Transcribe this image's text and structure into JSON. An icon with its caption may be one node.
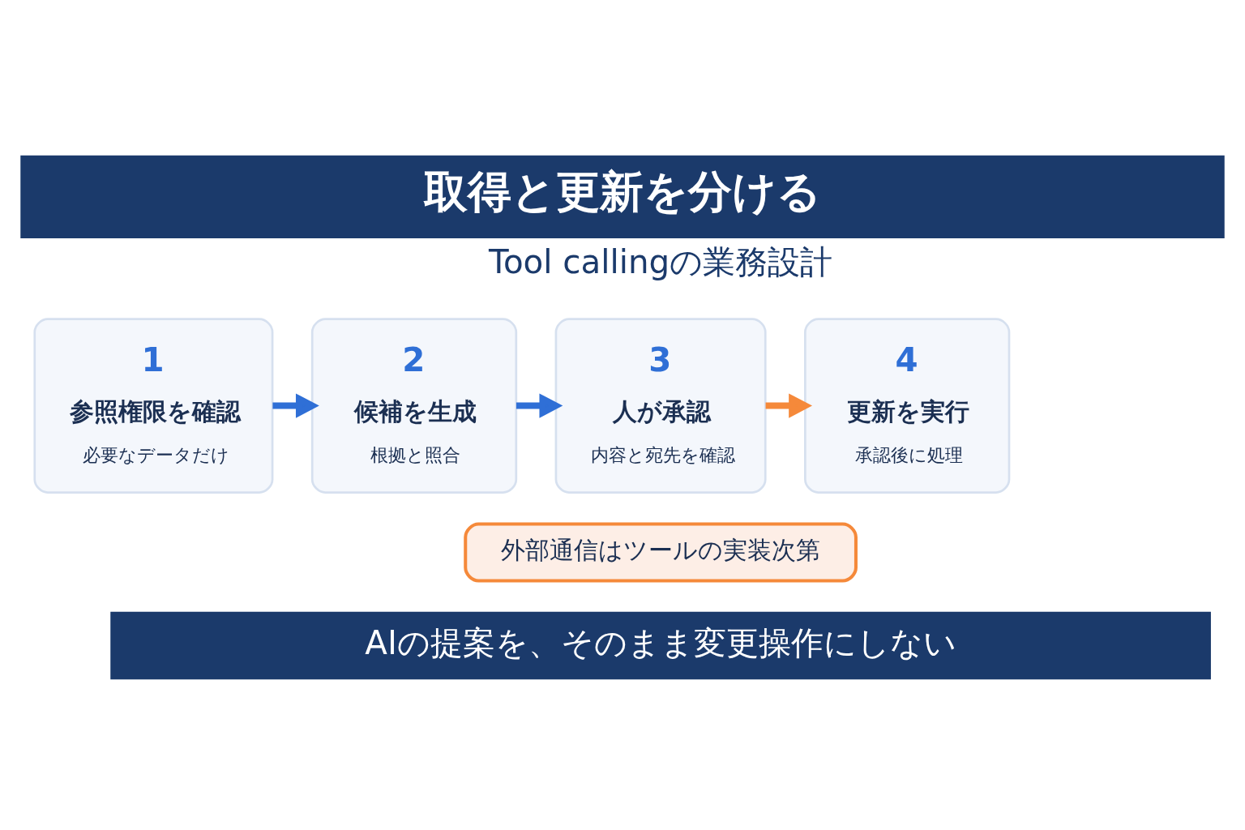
{
  "diagram": {
    "title": "取得と更新を分ける",
    "nodes": [
      {
        "text": [
          "1",
          "参照権限を確認",
          "必要なデータだけ"
        ]
      },
      {
        "text": [
          "2",
          "候補を生成",
          "根拠と照合"
        ]
      },
      {
        "text": [
          "3",
          "人が承認",
          "内容と宛先を確認"
        ]
      },
      {
        "text": [
          "4",
          "更新を実行",
          "承認後に処理"
        ]
      },
      {
        "text": [
          "外部通信はツールの実装次第"
        ]
      }
    ],
    "edges": [
      {
        "from": 0,
        "to": 1,
        "arrow": "to"
      },
      {
        "from": 1,
        "to": 2,
        "arrow": "to"
      },
      {
        "from": 2,
        "to": 3,
        "arrow": "to",
        "color": "#f5893a"
      }
    ],
    "labels": [
      "Tool callingの業務設計",
      "AIの提案を、そのまま変更操作にしない"
    ]
  }
}
